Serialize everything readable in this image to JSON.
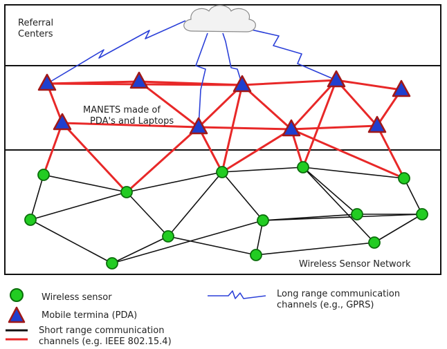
{
  "zones": {
    "referral_centers": [
      "Referral",
      "Centers"
    ],
    "manets": [
      "MANETS made of",
      "PDA's and Laptops"
    ],
    "wsn": "Wireless Sensor Network"
  },
  "legend": {
    "wireless_sensor": "Wireless sensor",
    "mobile_terminal": "Mobile termina (PDA)",
    "short_range": [
      "Short range communication",
      "channels (e.g. IEEE 802.15.4)"
    ],
    "long_range": [
      "Long range communication",
      "channels (e.g., GPRS)"
    ]
  },
  "colors": {
    "sensor_fill": "#22cc22",
    "sensor_stroke": "#0a6e0a",
    "terminal_fill": "#1f3fcf",
    "terminal_stroke": "#a01818",
    "manet_link": "#e82828",
    "sensor_link": "#111111",
    "long_range_link": "#2a3fd8",
    "cloud_fill": "#f2f2f2"
  }
}
